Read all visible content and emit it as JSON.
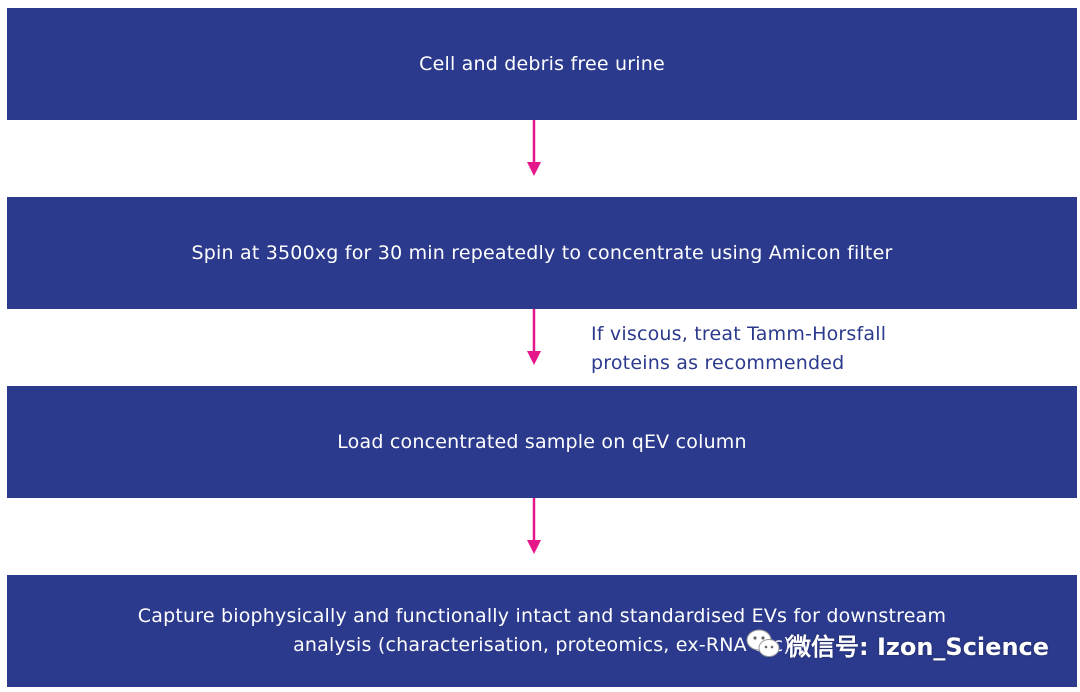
{
  "colors": {
    "box_fill": "#2b3a8c",
    "box_text": "#ffffff",
    "arrow": "#e5178b",
    "note_text": "#2b3a8c"
  },
  "steps": [
    {
      "text": "Cell and debris free urine"
    },
    {
      "text": "Spin at 3500xg for 30 min repeatedly to concentrate using Amicon filter"
    },
    {
      "text": "Load concentrated sample on qEV column"
    },
    {
      "line1": "Capture biophysically and functionally intact and standardised EVs for downstream",
      "line2": "analysis (characterisation, proteomics, ex-RNA etc)"
    }
  ],
  "note": {
    "line1": "If viscous, treat Tamm-Horsfall",
    "line2": "proteins as recommended"
  },
  "watermark": {
    "icon": "wechat-icon",
    "text": "微信号: Izon_Science"
  }
}
